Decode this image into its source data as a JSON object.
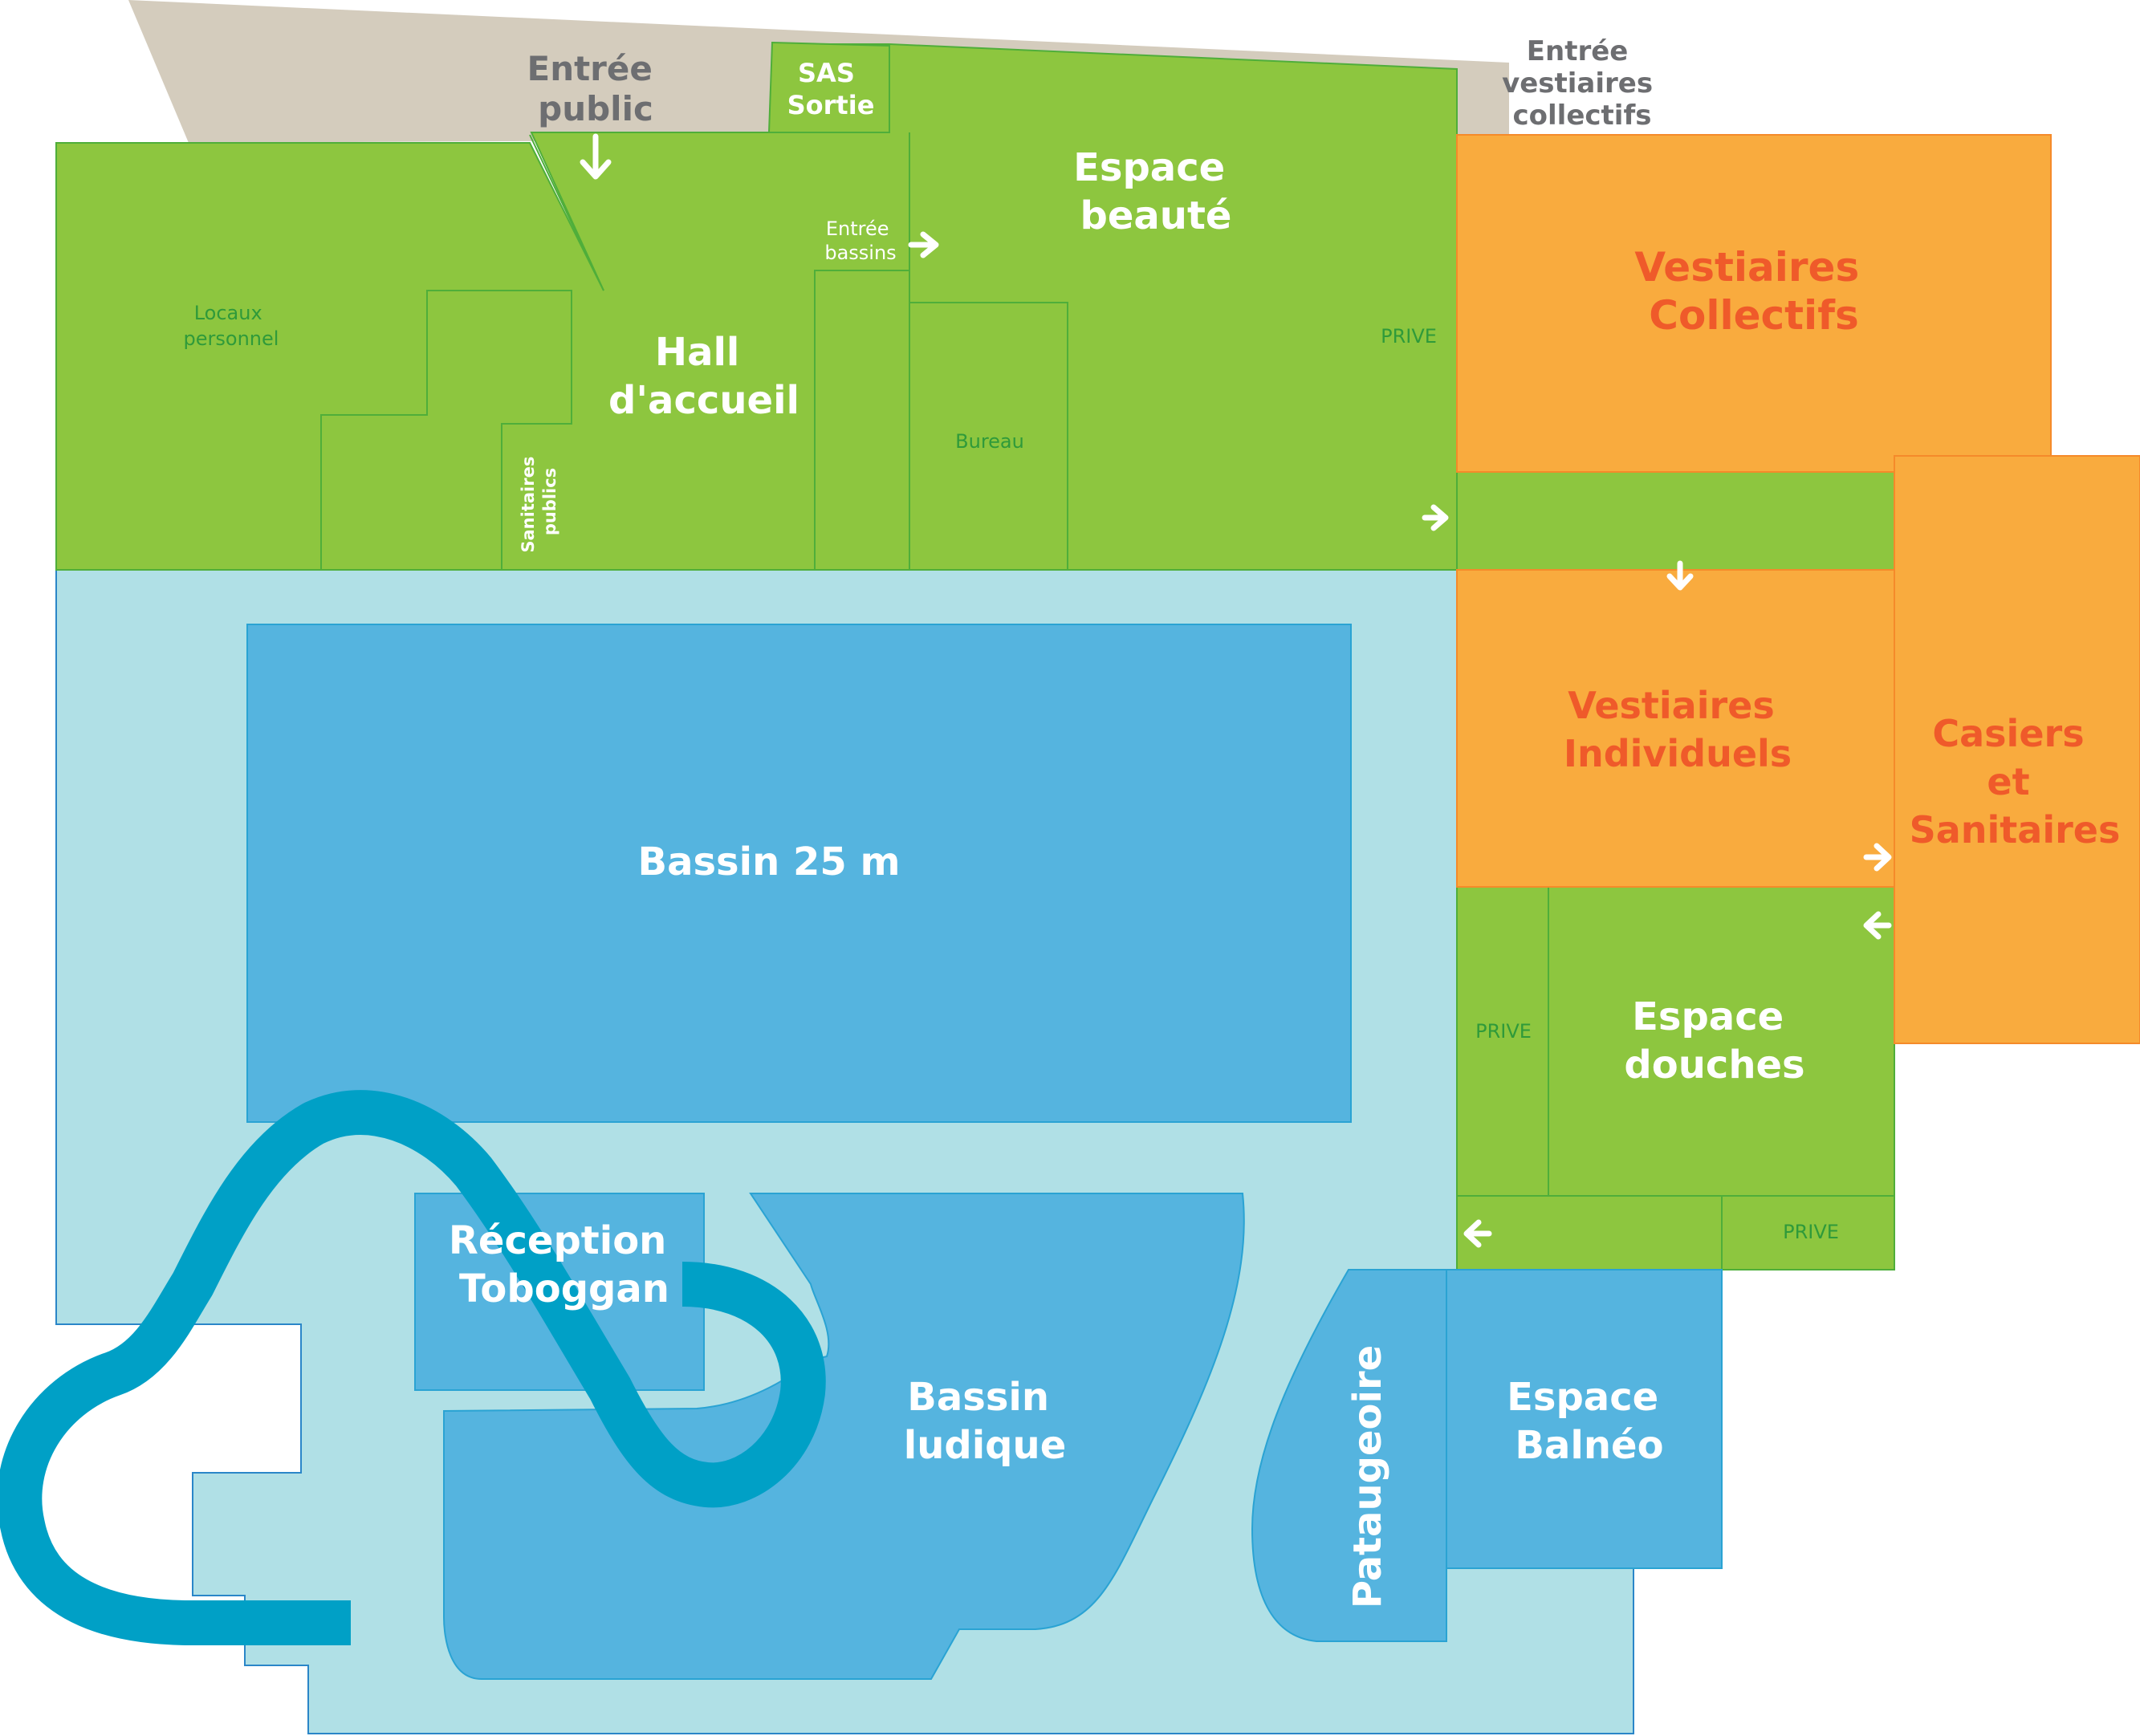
{
  "plan": {
    "entrances": {
      "public": [
        "Entrée",
        "public"
      ],
      "sas_sortie": [
        "SAS",
        "Sortie"
      ],
      "vestiaires_collectifs": [
        "Entrée",
        "vestiaires",
        "collectifs"
      ],
      "bassins": [
        "Entrée",
        "bassins"
      ]
    },
    "rooms": {
      "espace_beaute": [
        "Espace",
        "beauté"
      ],
      "hall_accueil": [
        "Hall",
        "d'accueil"
      ],
      "locaux_personnel": [
        "Locaux",
        "personnel"
      ],
      "sanitaires_publics": [
        "Sanitaires",
        "publics"
      ],
      "bureau": "Bureau",
      "prive_top": "PRIVE",
      "prive_left": "PRIVE",
      "prive_bottom": "PRIVE",
      "vestiaires_collectifs": [
        "Vestiaires",
        "Collectifs"
      ],
      "vestiaires_individuels": [
        "Vestiaires",
        "Individuels"
      ],
      "casiers_sanitaires": [
        "Casiers",
        "et",
        "Sanitaires"
      ],
      "espace_douches": [
        "Espace",
        "douches"
      ],
      "bassin_25m": "Bassin 25 m",
      "reception_toboggan": [
        "Réception",
        "Toboggan"
      ],
      "bassin_ludique": [
        "Bassin",
        "ludique"
      ],
      "pataugeoire": "Pataugeoire",
      "espace_balneo": [
        "Espace",
        "Balnéo"
      ]
    },
    "colors": {
      "green_zone": "#8dc63f",
      "orange_zone": "#f9ab3e",
      "orange_text": "#ef5a2a",
      "pool_blue": "#55b4df",
      "pool_hall": "#b0e0e6",
      "slide": "#00a0c6",
      "street": "#d4ccbd",
      "entrance_text": "#6d6e71"
    }
  }
}
